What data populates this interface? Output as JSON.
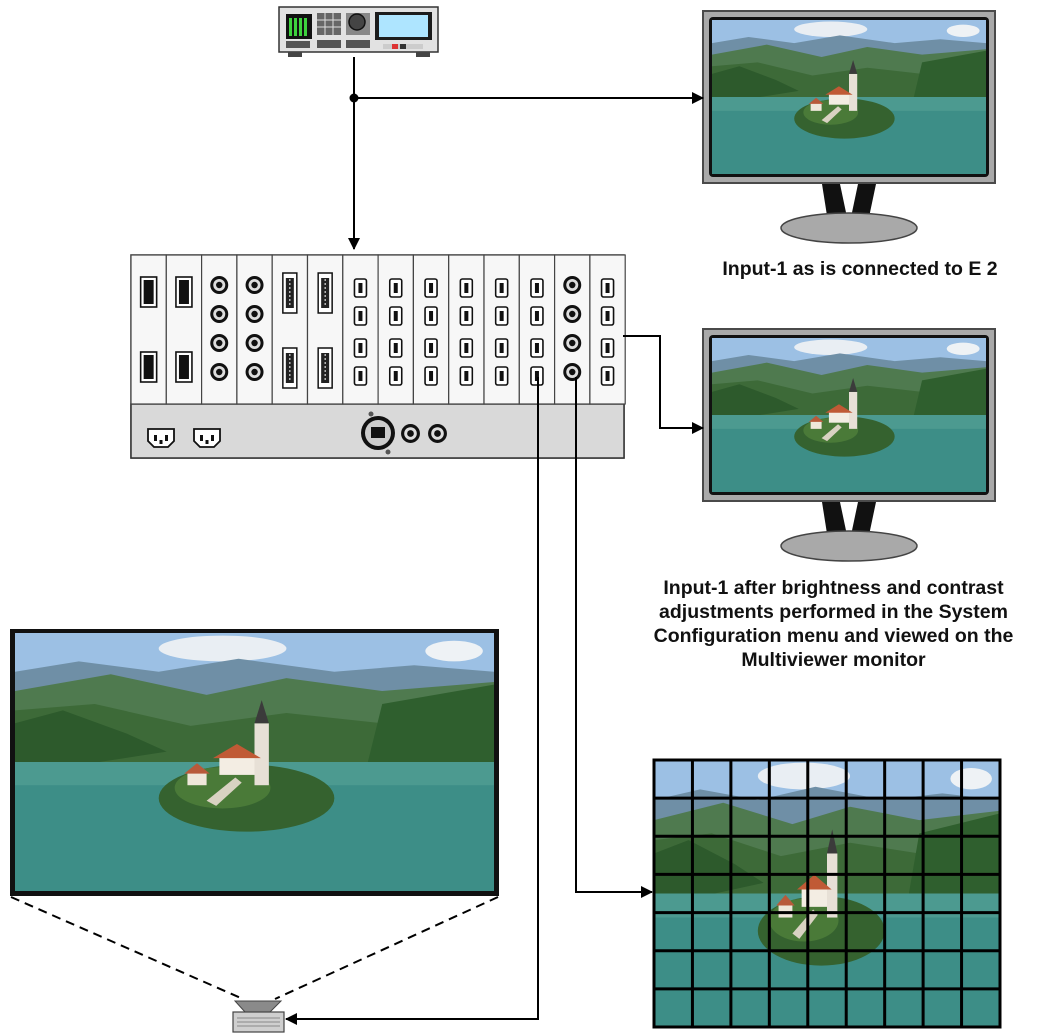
{
  "captions": {
    "monitor_top": "Input-1 as is connected to E 2",
    "monitor_multiviewer": "Input-1 after brightness and contrast adjustments performed in the System Configuration menu and viewed on the Multiviewer monitor"
  },
  "devices": {
    "controller": "controller-icon",
    "frame": "rack-frame-icon",
    "projector": "projector-icon"
  },
  "tiled_display": {
    "rows": 7,
    "cols": 9
  },
  "colors": {
    "line": "#000000",
    "frame_gray": "#d9d9d9",
    "lake": "#3f8f86",
    "sky": "#8fb7dc",
    "hills": "#3e6a3a"
  }
}
